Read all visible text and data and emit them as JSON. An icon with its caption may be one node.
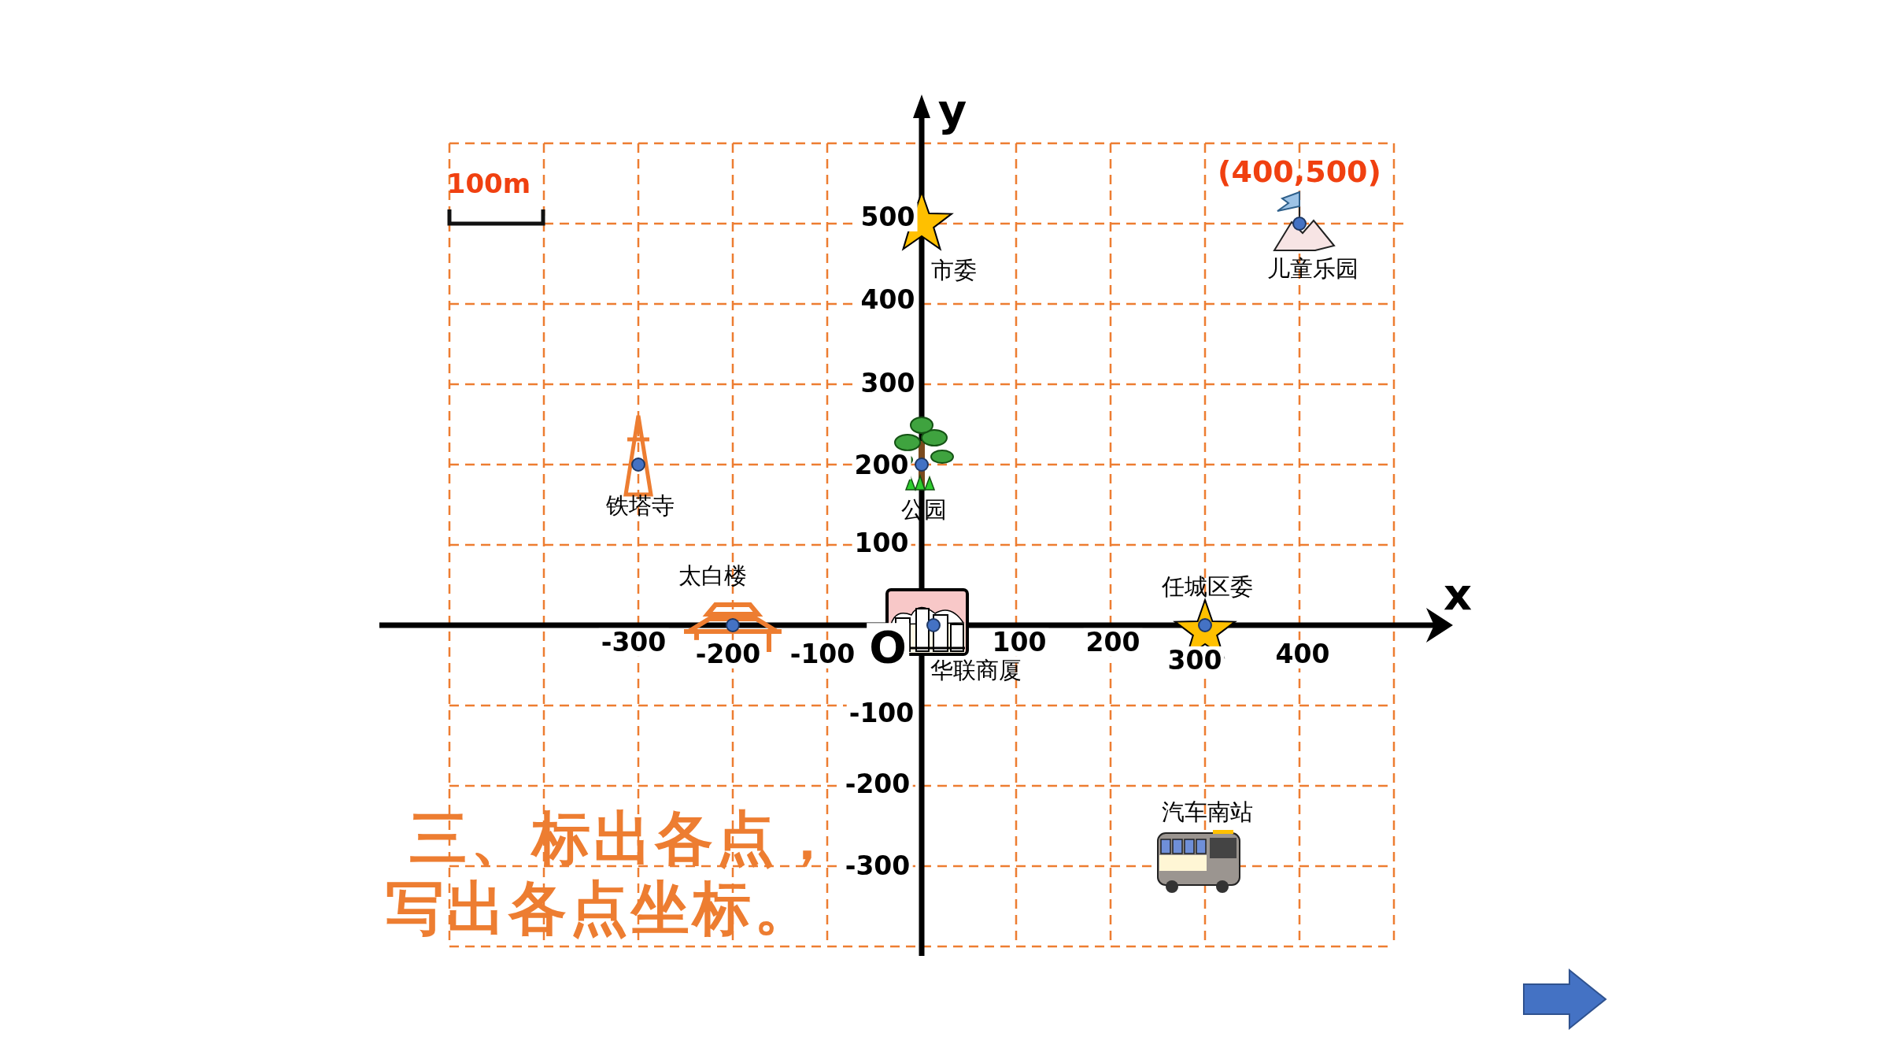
{
  "diagram": {
    "nodes": [
      {
        "text": [
          "市委"
        ]
      },
      {
        "text": [
          "儿童乐园"
        ]
      },
      {
        "text": [
          "铁塔寺"
        ]
      },
      {
        "text": [
          "公园"
        ]
      },
      {
        "text": [
          "太白楼"
        ]
      },
      {
        "text": [
          "华联商厦"
        ]
      },
      {
        "text": [
          "任城区委"
        ]
      },
      {
        "text": [
          "汽车南站"
        ]
      }
    ],
    "labels": [
      "y",
      "100m",
      "(400,500)",
      "500",
      "400",
      "300",
      "200",
      "100",
      "x",
      "-300",
      "-200",
      "-100",
      "O",
      "100",
      "200",
      "300",
      "400",
      "-100",
      "-200",
      "-300",
      "三、标出各点，写出各点坐标。"
    ]
  }
}
